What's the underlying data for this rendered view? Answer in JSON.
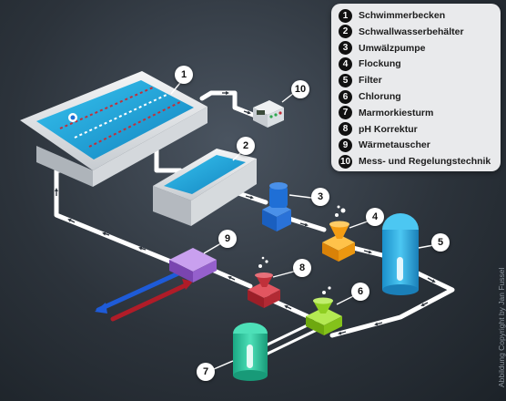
{
  "legend": {
    "items": [
      {
        "num": "1",
        "label": "Schwimmerbecken"
      },
      {
        "num": "2",
        "label": "Schwallwasserbehälter"
      },
      {
        "num": "3",
        "label": "Umwälzpumpe"
      },
      {
        "num": "4",
        "label": "Flockung"
      },
      {
        "num": "5",
        "label": "Filter"
      },
      {
        "num": "6",
        "label": "Chlorung"
      },
      {
        "num": "7",
        "label": "Marmorkiesturm"
      },
      {
        "num": "8",
        "label": "pH Korrektur"
      },
      {
        "num": "9",
        "label": "Wärmetauscher"
      },
      {
        "num": "10",
        "label": "Mess- und Regelungstechnik"
      }
    ]
  },
  "callouts": {
    "pool": "1",
    "surge_tank": "2",
    "pump": "3",
    "flocculation": "4",
    "filter": "5",
    "chlorination": "6",
    "marble_tower": "7",
    "ph_correction": "8",
    "heat_exchanger": "9",
    "control": "10"
  },
  "copyright": "Abbildung Copyright by Jan Fussel",
  "colors": {
    "background": "#2c333b",
    "pipe": "#ffffff",
    "water": "#1aa6d8",
    "pump": "#1f6fd6",
    "flocculation": "#f39c12",
    "filter": "#29aee6",
    "chlorination": "#8fcf22",
    "marble_tower": "#2fc9a2",
    "ph_correction": "#c0303a",
    "heat_exchanger": "#a86ad8",
    "cold_pipe": "#1e5bd8",
    "hot_pipe": "#b01c28"
  }
}
